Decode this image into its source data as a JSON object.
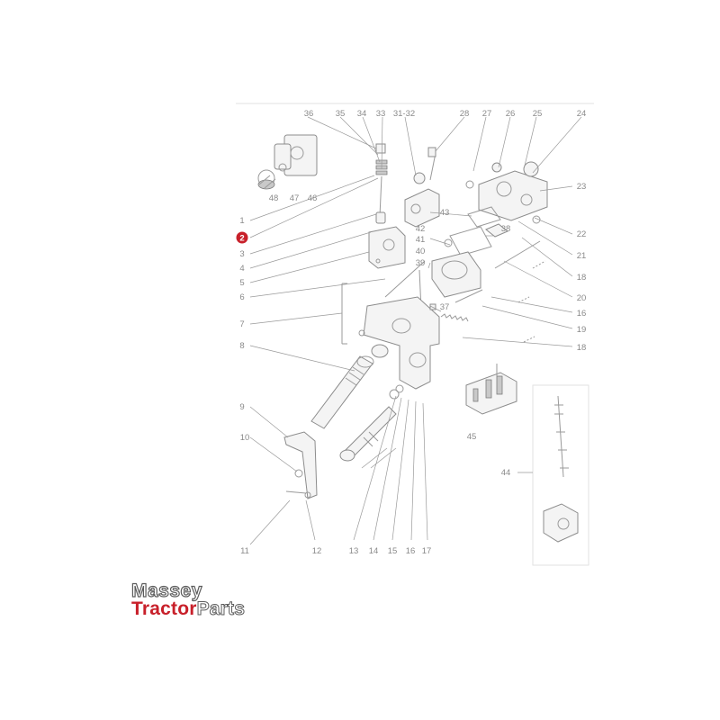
{
  "diagram": {
    "callouts": [
      "1",
      "2",
      "3",
      "4",
      "5",
      "6",
      "7",
      "8",
      "9",
      "10",
      "11",
      "12",
      "13",
      "14",
      "15",
      "16",
      "17",
      "18",
      "19",
      "20",
      "21",
      "22",
      "23",
      "24",
      "25",
      "26",
      "27",
      "28",
      "31-32",
      "33",
      "34",
      "35",
      "36",
      "37",
      "38",
      "39",
      "40",
      "41",
      "42",
      "43",
      "44",
      "45",
      "46",
      "47",
      "48"
    ],
    "highlighted_callout": "2",
    "highlight_color": "#c8202a"
  },
  "logo": {
    "line1": "Massey",
    "line2_a": "Tractor",
    "line2_b": "Parts",
    "accent_color": "#c8202a"
  }
}
